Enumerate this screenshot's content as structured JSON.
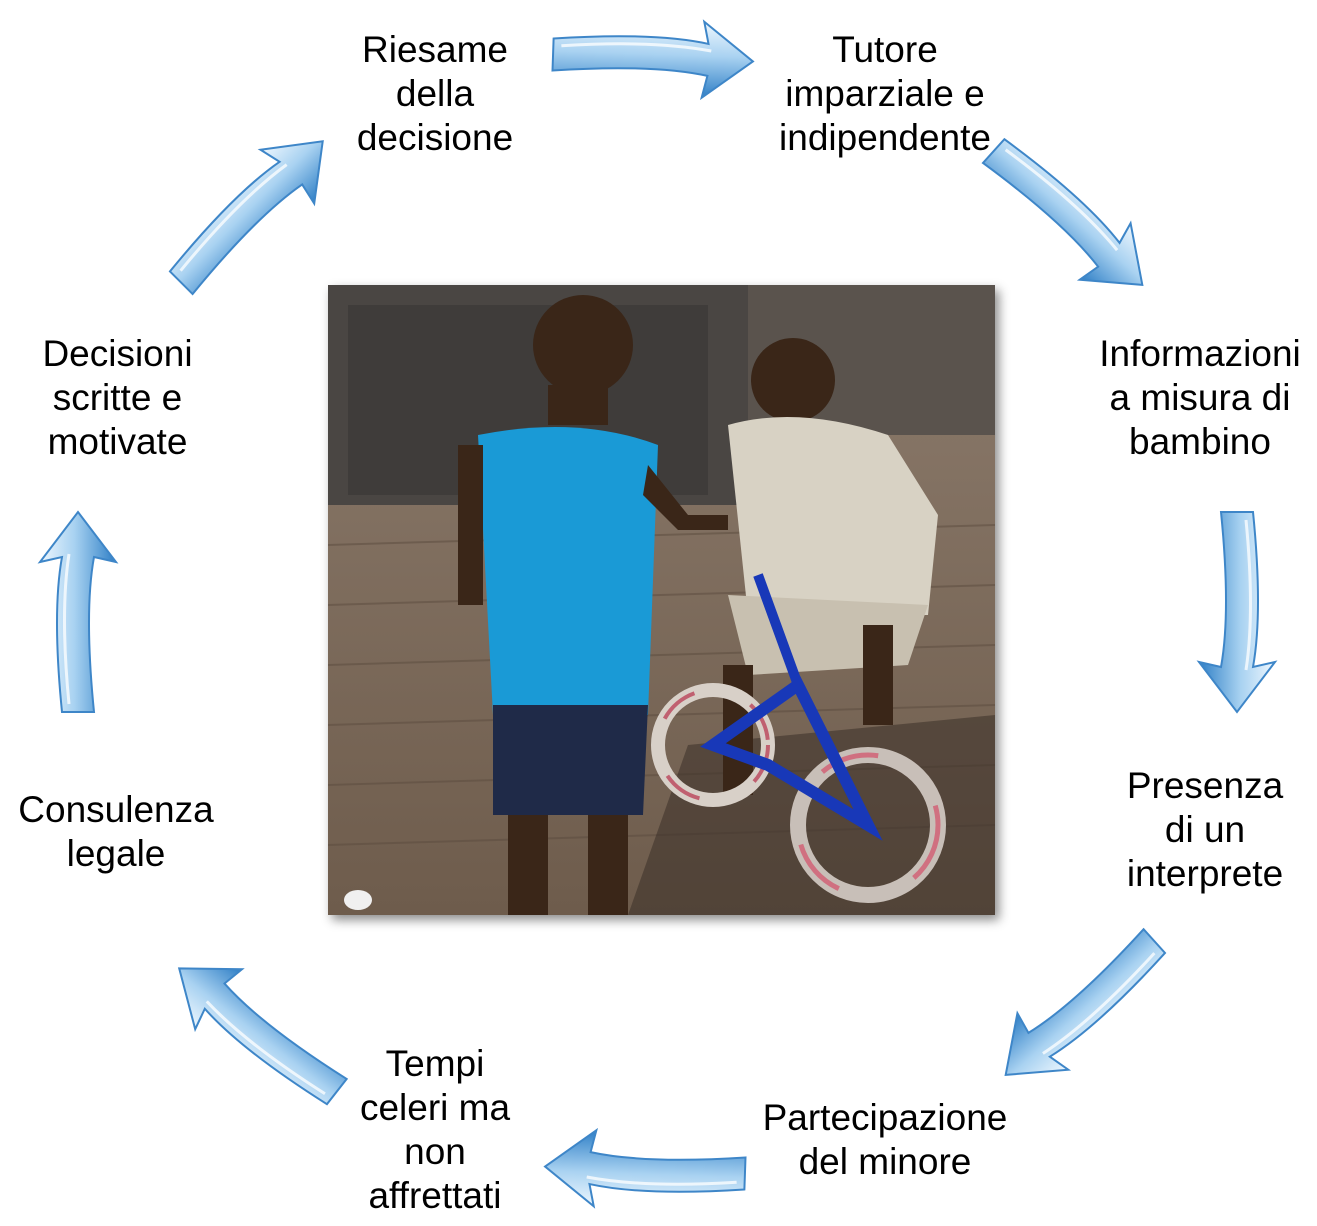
{
  "cycle": {
    "steps": [
      {
        "id": "riesame",
        "text": "Riesame\ndella\ndecisione"
      },
      {
        "id": "tutore",
        "text": "Tutore\nimparziale e\nindipendente"
      },
      {
        "id": "informazioni",
        "text": "Informazioni\na misura di\nbambino"
      },
      {
        "id": "interprete",
        "text": "Presenza\ndi un\ninterprete"
      },
      {
        "id": "partecipazione",
        "text": "Partecipazione\ndel minore"
      },
      {
        "id": "tempi",
        "text": "Tempi\nceleri ma\nnon\naffrettati"
      },
      {
        "id": "consulenza",
        "text": "Consulenza\nlegale"
      },
      {
        "id": "decisioni",
        "text": "Decisioni\nscritte e\nmotivate"
      }
    ]
  },
  "photo": {
    "subject": "two-children-with-bicycle-photo"
  },
  "colors": {
    "arrow_light": "#d9ecfb",
    "arrow_mid": "#8fc3ea",
    "arrow_dark": "#2f7fc6",
    "text": "#000000"
  }
}
